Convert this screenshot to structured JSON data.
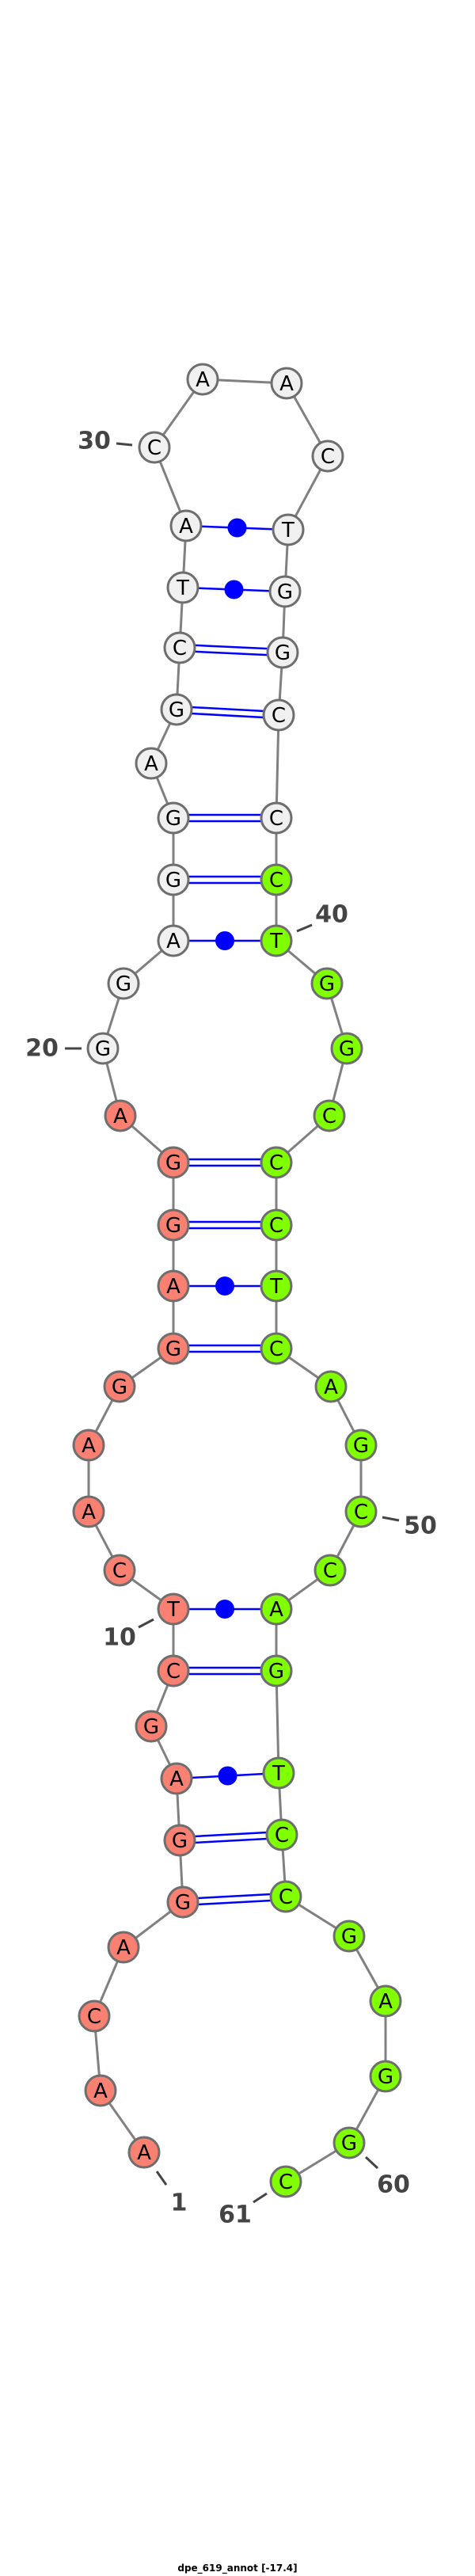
{
  "title": "dpe_619_annot [-17.4]",
  "sequence": [
    "A",
    "A",
    "C",
    "A",
    "G",
    "G",
    "A",
    "G",
    "C",
    "T",
    "C",
    "A",
    "A",
    "G",
    "G",
    "A",
    "G",
    "G",
    "A",
    "G",
    "G",
    "A",
    "G",
    "G",
    "A",
    "G",
    "C",
    "T",
    "A",
    "C",
    "A",
    "A",
    "C",
    "T",
    "G",
    "G",
    "C",
    "C",
    "C",
    "T",
    "G",
    "G",
    "C",
    "C",
    "C",
    "T",
    "C",
    "A",
    "G",
    "C",
    "C",
    "A",
    "G",
    "T",
    "C",
    "C",
    "G",
    "A",
    "G",
    "G",
    "C"
  ],
  "pairs": [
    [
      5,
      56
    ],
    [
      6,
      55
    ],
    [
      7,
      54
    ],
    [
      9,
      53
    ],
    [
      10,
      52
    ],
    [
      15,
      47
    ],
    [
      16,
      46
    ],
    [
      17,
      45
    ],
    [
      18,
      44
    ],
    [
      22,
      40
    ],
    [
      23,
      39
    ],
    [
      24,
      38
    ],
    [
      26,
      37
    ],
    [
      27,
      36
    ],
    [
      28,
      35
    ],
    [
      29,
      34
    ]
  ],
  "segments": [
    {
      "from": 1,
      "to": 19,
      "color": "#fa8072"
    },
    {
      "from": 20,
      "to": 38,
      "color": "#f0f0f0"
    },
    {
      "from": 39,
      "to": 61,
      "color": "#7fff00"
    }
  ],
  "colors": {
    "backbone": "#808080",
    "pair": "#0000ff",
    "outline": "#6e6e6e",
    "label": "#444444"
  },
  "position_labels": [
    {
      "index": 1,
      "text": "1"
    },
    {
      "index": 10,
      "text": "10"
    },
    {
      "index": 20,
      "text": "20"
    },
    {
      "index": 30,
      "text": "30"
    },
    {
      "index": 40,
      "text": "40"
    },
    {
      "index": 50,
      "text": "50"
    },
    {
      "index": 60,
      "text": "60"
    },
    {
      "index": 61,
      "text": "61"
    }
  ]
}
